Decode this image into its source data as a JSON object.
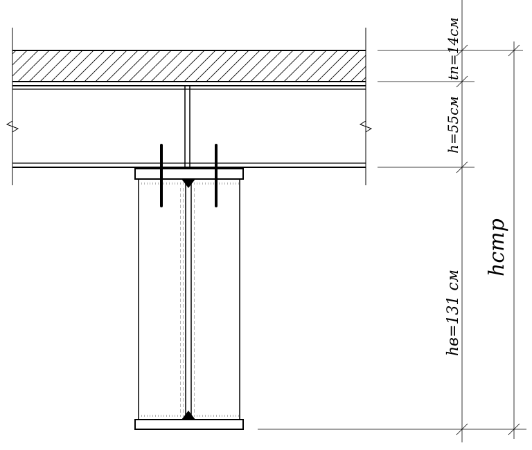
{
  "labels": {
    "slab_thickness": "tп=14см",
    "beam_height": "h=55см",
    "girder_height": "hв=131 см",
    "total_height": "hстр"
  },
  "colors": {
    "line": "#000000",
    "background": "#ffffff"
  }
}
